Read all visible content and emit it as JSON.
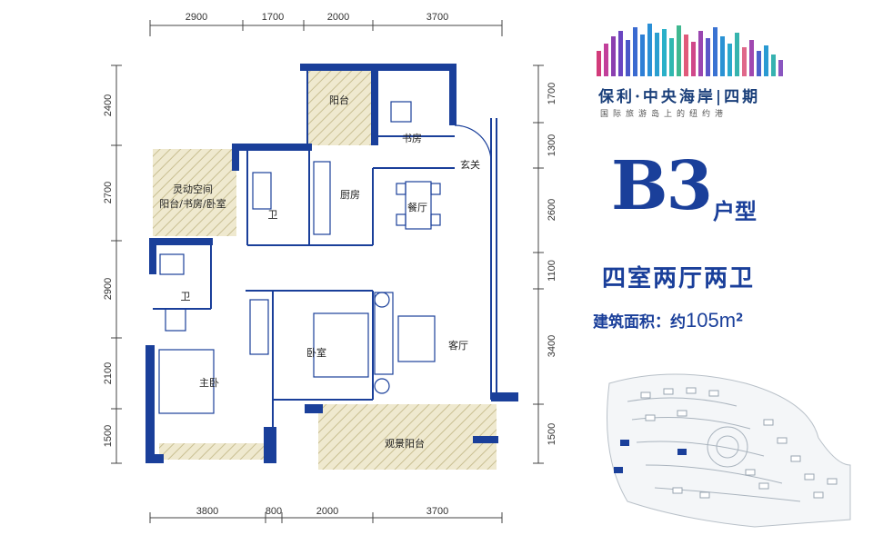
{
  "brand": {
    "name": "保利·中央海岸|四期",
    "slogan": "国际旅游岛上的纽约港"
  },
  "unit": {
    "code": "B3",
    "type_label": "户型",
    "layout": "四室两厅两卫",
    "area_label": "建筑面积：约",
    "area_value": "105m",
    "area_unit_sup": "2"
  },
  "dimensions": {
    "top": [
      "2900",
      "1700",
      "2000",
      "3700"
    ],
    "bottom": [
      "3800",
      "800",
      "2000",
      "3700"
    ],
    "left": [
      "2400",
      "2700",
      "2900",
      "2100",
      "1500"
    ],
    "right": [
      "1700",
      "1300",
      "2600",
      "1100",
      "3400",
      "1500"
    ]
  },
  "rooms": {
    "balcony_top": "阳台",
    "study": "书房",
    "entrance": "玄关",
    "flex_space_line1": "灵动空间",
    "flex_space_line2": "阳台/书房/卧室",
    "kitchen": "厨房",
    "bath_upper": "卫",
    "dining": "餐厅",
    "bath_lower": "卫",
    "bedroom": "卧室",
    "living": "客厅",
    "master_bedroom": "主卧",
    "view_balcony": "观景阳台"
  },
  "colors": {
    "wall": "#1a3f9a",
    "balcony_fill": "#e9e2c6",
    "accent": "#1a3f9a"
  }
}
